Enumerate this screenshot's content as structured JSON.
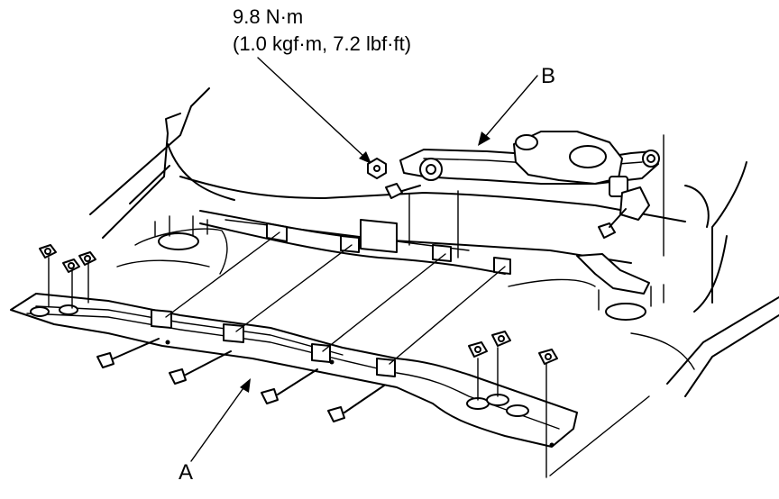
{
  "torque_spec": {
    "value": "9.8 N·m",
    "alt_units": "(1.0 kgf·m, 7.2 lbf·ft)"
  },
  "callouts": {
    "a": "A",
    "b": "B"
  }
}
